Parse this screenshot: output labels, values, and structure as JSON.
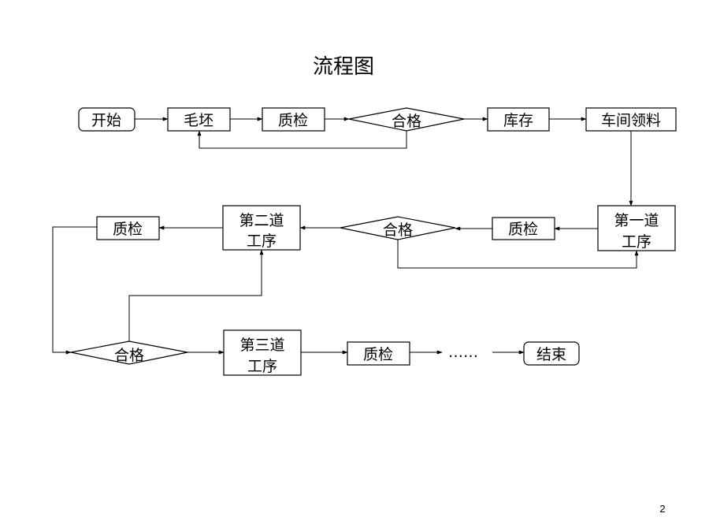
{
  "slide": {
    "title": "流程图",
    "page_number": "2"
  },
  "nodes": {
    "start": "开始",
    "blank": "毛坯",
    "qc_1": "质检",
    "pass_1": "合格",
    "stock": "库存",
    "workshop_pick": "车间领料",
    "process_1_line1": "第一道",
    "process_1_line2": "工序",
    "qc_2": "质检",
    "pass_2": "合格",
    "process_2_line1": "第二道",
    "process_2_line2": "工序",
    "qc_3": "质检",
    "pass_3": "合格",
    "process_3_line1": "第三道",
    "process_3_line2": "工序",
    "qc_4": "质检",
    "ellipsis": "……",
    "end": "结束"
  }
}
